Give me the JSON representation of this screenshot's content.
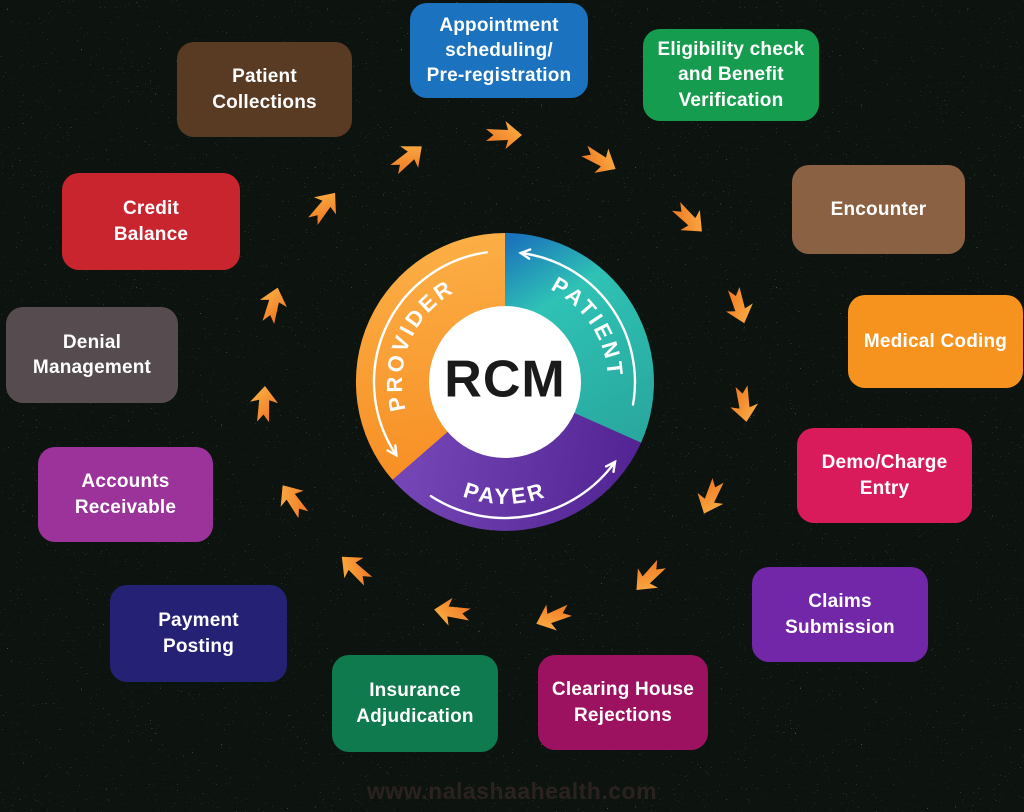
{
  "background": {
    "color": "#5E8A6D"
  },
  "ring": {
    "title": "RCM",
    "title_color": "#1A1A1A",
    "label_color": "#FFFFFF",
    "segments": [
      {
        "id": "provider",
        "label": "PROVIDER",
        "gradient": [
          "#FBAE45",
          "#F6891E"
        ]
      },
      {
        "id": "patient",
        "label": "PATIENT",
        "gradient": [
          "#1B75BC",
          "#2FC2B5",
          "#29A89E"
        ]
      },
      {
        "id": "payer",
        "label": "PAYER",
        "gradient": [
          "#7445B5",
          "#4E2090"
        ]
      }
    ]
  },
  "boxes": [
    {
      "id": "appointment-scheduling",
      "label": "Appointment\nscheduling/\nPre-registration",
      "color": "#1B72BE"
    },
    {
      "id": "eligibility-check",
      "label": "Eligibility check\nand Benefit\nVerification",
      "color": "#169C4E"
    },
    {
      "id": "encounter",
      "label": "Encounter",
      "color": "#8A6243"
    },
    {
      "id": "medical-coding",
      "label": "Medical Coding",
      "color": "#F6921E"
    },
    {
      "id": "demo-charge-entry",
      "label": "Demo/Charge\nEntry",
      "color": "#D91B5C"
    },
    {
      "id": "claims-submission",
      "label": "Claims\nSubmission",
      "color": "#7127A8"
    },
    {
      "id": "clearing-house-rejections",
      "label": "Clearing House\nRejections",
      "color": "#9C1260"
    },
    {
      "id": "insurance-adjudication",
      "label": "Insurance\nAdjudication",
      "color": "#0E7A4E"
    },
    {
      "id": "payment-posting",
      "label": "Payment\nPosting",
      "color": "#252175"
    },
    {
      "id": "accounts-receivable",
      "label": "Accounts\nReceivable",
      "color": "#9B339B"
    },
    {
      "id": "denial-management",
      "label": "Denial\nManagement",
      "color": "#564B4E"
    },
    {
      "id": "credit-balance",
      "label": "Credit\nBalance",
      "color": "#C9252F"
    },
    {
      "id": "patient-collections",
      "label": "Patient\nCollections",
      "color": "#593A23"
    }
  ],
  "arrow_style": {
    "light": "#FCB848",
    "dark": "#EE6D1F"
  },
  "footer": {
    "website": "www.nalashaahealth.com",
    "color": "#2B2220"
  }
}
